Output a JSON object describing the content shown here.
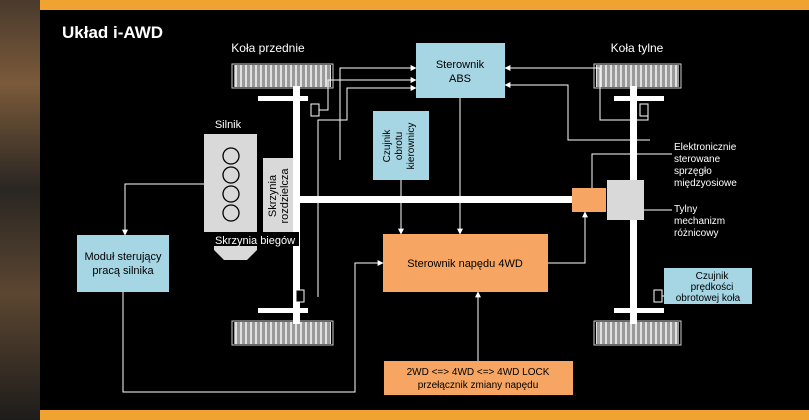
{
  "title": "Układ i-AWD",
  "labels": {
    "front_wheels": "Koła przednie",
    "rear_wheels": "Koła tylne",
    "engine": "Silnik",
    "transfer_case": [
      "Skrzynia",
      "rozdzielcza"
    ],
    "gearbox": "Skrzynia biegów",
    "coupling": [
      "Elektronicznie",
      "sterowane",
      "sprzęgło",
      "międzyosiowe"
    ],
    "differential": [
      "Tylny",
      "mechanizm",
      "różnicowy"
    ]
  },
  "boxes": {
    "abs": [
      "Sterownik",
      "ABS"
    ],
    "steering_sensor": [
      "Czujnik",
      "obrotu",
      "kierownicy"
    ],
    "engine_module": [
      "Moduł sterujący",
      "pracą silnika"
    ],
    "awd_controller": "Sterownik napędu 4WD",
    "switch": [
      "2WD <=> 4WD <=> 4WD LOCK",
      "przełącznik zmiany napędu"
    ],
    "wheel_speed_sensor": [
      "Czujnik",
      "prędkości",
      "obrotowej koła"
    ]
  },
  "colors": {
    "background": "#f0a330",
    "panel": "#000000",
    "blue_box": "#a6d6e4",
    "orange_box": "#f6a662",
    "engine_block": "#d9d9d9",
    "line": "#ffffff"
  }
}
